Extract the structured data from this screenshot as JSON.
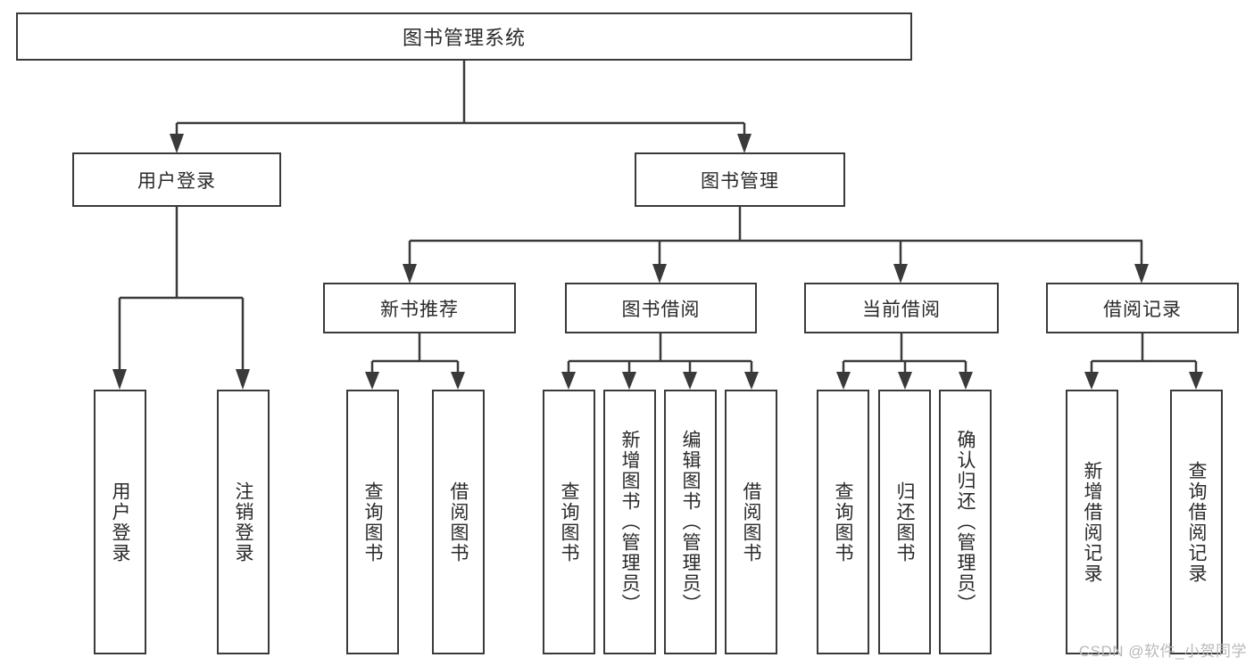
{
  "diagram": {
    "title": "图书管理系统",
    "type": "tree",
    "root": {
      "label": "图书管理系统"
    },
    "level2": [
      {
        "label": "用户登录"
      },
      {
        "label": "图书管理"
      }
    ],
    "level3": [
      {
        "label": "新书推荐"
      },
      {
        "label": "图书借阅"
      },
      {
        "label": "当前借阅"
      },
      {
        "label": "借阅记录"
      }
    ],
    "leaves": {
      "user_login": [
        {
          "label": "用户登录"
        },
        {
          "label": "注销登录"
        }
      ],
      "new_book_recommend": [
        {
          "label": "查询图书"
        },
        {
          "label": "借阅图书"
        }
      ],
      "book_borrow": [
        {
          "label": "查询图书"
        },
        {
          "label": "新增图书（管理员）"
        },
        {
          "label": "编辑图书（管理员）"
        },
        {
          "label": "借阅图书"
        }
      ],
      "current_borrow": [
        {
          "label": "查询图书"
        },
        {
          "label": "归还图书"
        },
        {
          "label": "确认归还（管理员）"
        }
      ],
      "borrow_record": [
        {
          "label": "新增借阅记录"
        },
        {
          "label": "查询借阅记录"
        }
      ]
    }
  },
  "watermark": {
    "text": "CSDN @软件_小贺同学"
  },
  "colors": {
    "border": "#3a3a3a",
    "text": "#2a2a2a",
    "background": "#ffffff",
    "watermark": "#b9b9b9"
  }
}
